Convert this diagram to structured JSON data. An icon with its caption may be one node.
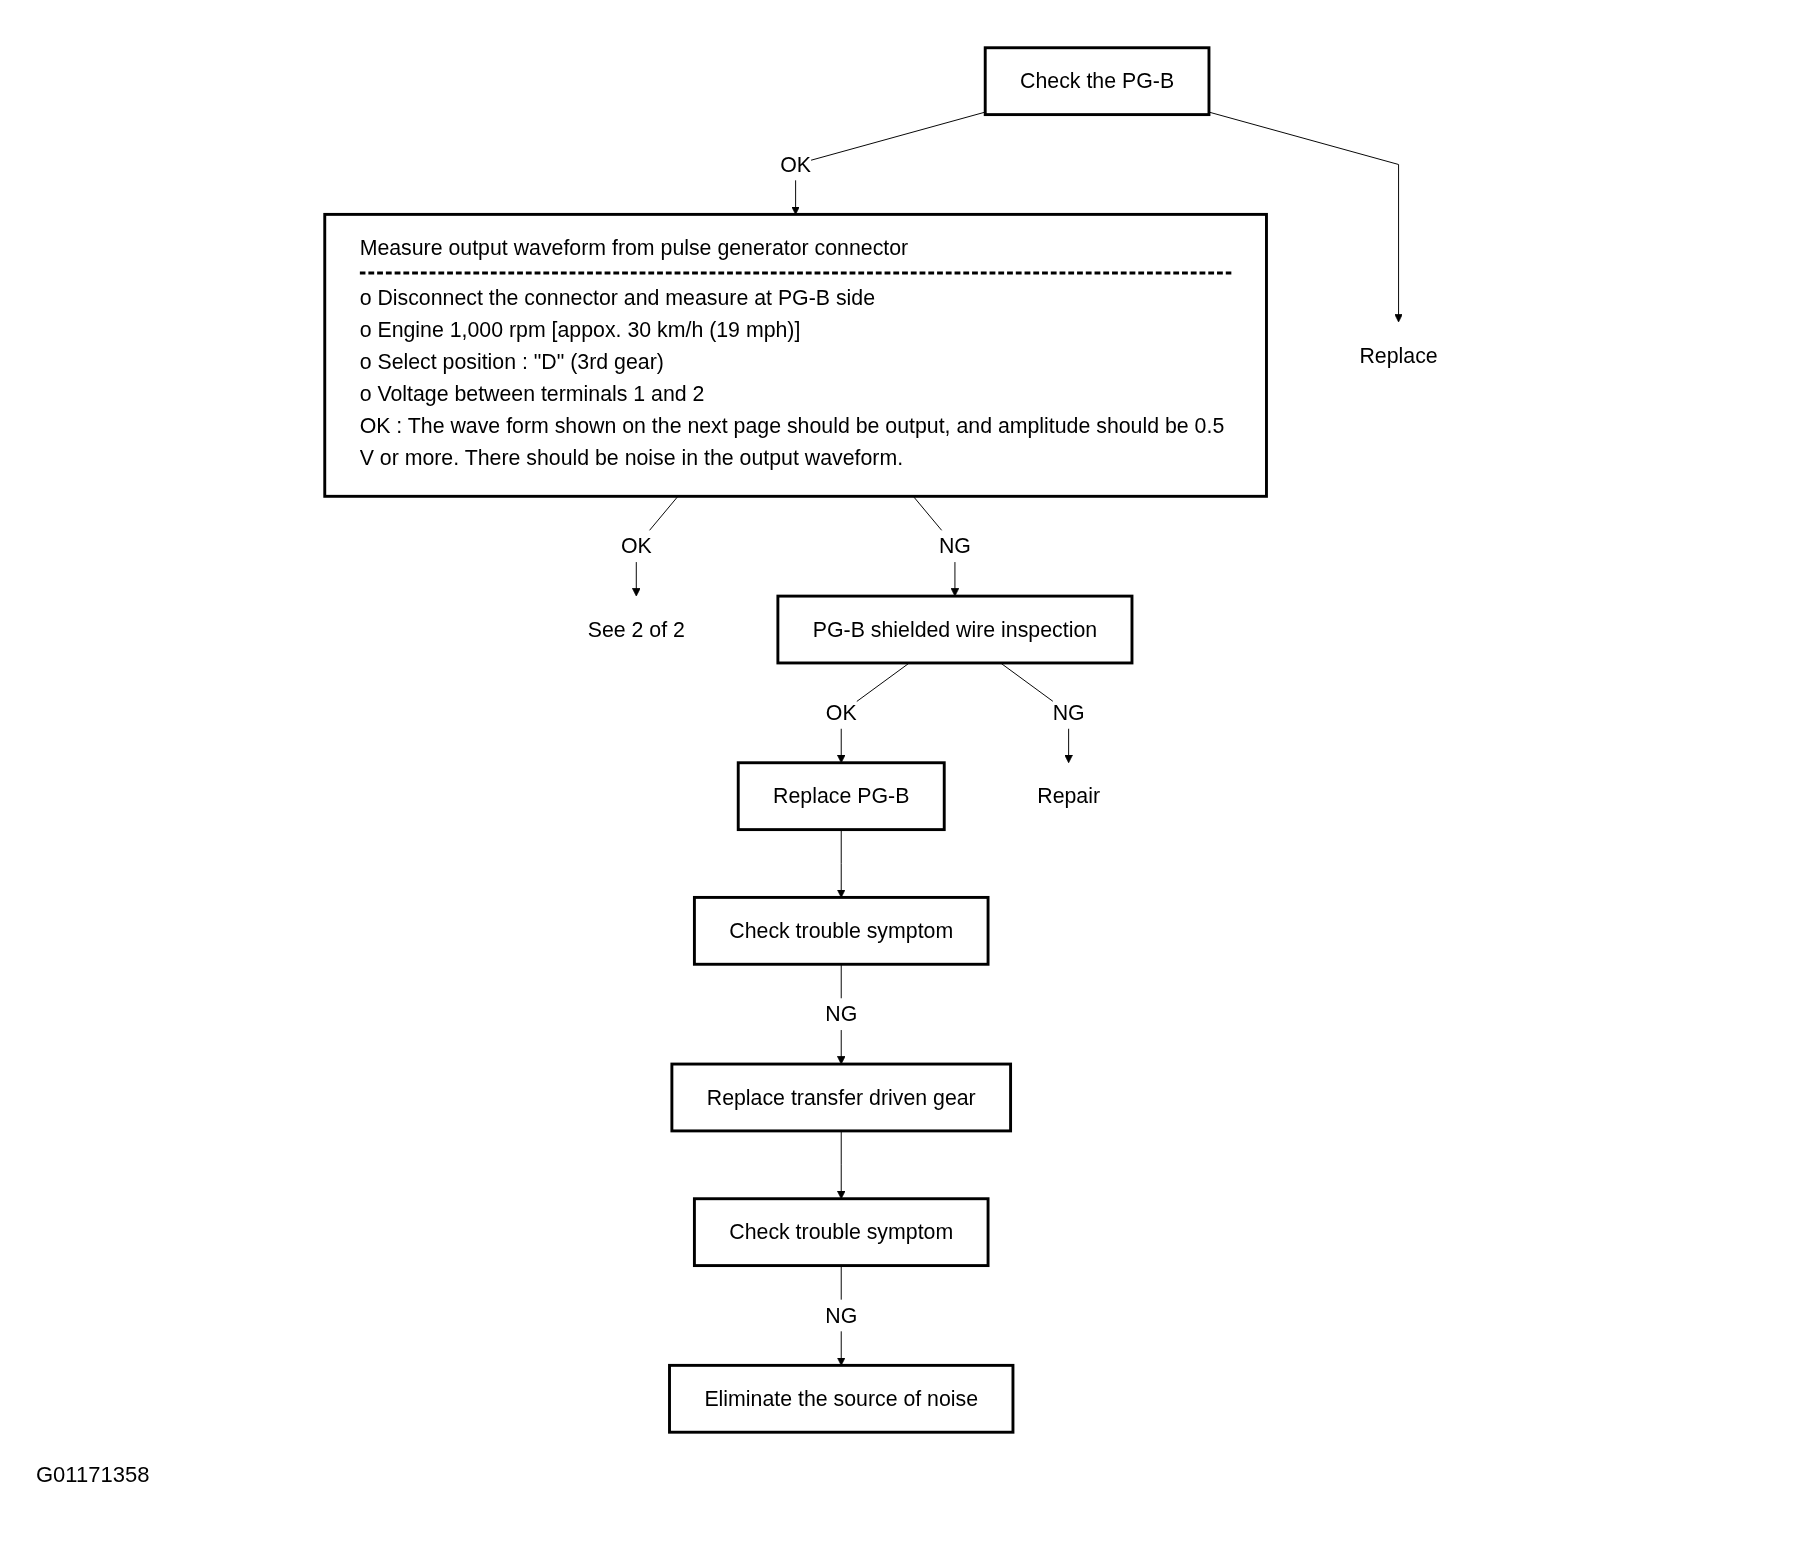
{
  "diagram": {
    "nodes": [
      {
        "text": [
          "Check the PG-B"
        ]
      },
      {
        "text": [
          "Replace"
        ]
      },
      {
        "text": [
          "Measure output waveform from pulse generator connector",
          "o Disconnect the connector and measure at PG-B side",
          "o Engine 1,000 rpm [appox. 30 km/h (19 mph)]",
          "o Select position : \"D\" (3rd gear)",
          "o Voltage between terminals 1 and 2",
          "OK : The wave form shown on the next page should be output, and amplitude should be 0.5 V or more. There should be noise in the output waveform."
        ]
      },
      {
        "text": [
          "PG-B shielded wire inspection"
        ]
      },
      {
        "text": [
          "Repair"
        ]
      },
      {
        "text": [
          "Replace PG-B"
        ]
      },
      {
        "text": [
          "Check trouble symptom"
        ]
      },
      {
        "text": [
          "Replace transfer driven gear"
        ]
      },
      {
        "text": [
          "Check trouble symptom"
        ]
      },
      {
        "text": [
          "Eliminate the source of noise"
        ]
      },
      {
        "text": [
          "See 2 of 2"
        ]
      }
    ],
    "edges": [
      {
        "from": 0,
        "to": 1,
        "arrow": "to"
      },
      {
        "from": 0,
        "to": 2,
        "arrow": "to",
        "label": "OK"
      },
      {
        "from": 2,
        "to": 3,
        "arrow": "to",
        "label": "NG"
      },
      {
        "from": 3,
        "to": 4,
        "arrow": "to",
        "label": "NG"
      },
      {
        "from": 3,
        "to": 5,
        "arrow": "to",
        "label": "OK"
      },
      {
        "from": 5,
        "to": 6,
        "arrow": "to"
      },
      {
        "from": 6,
        "to": 7,
        "arrow": "to",
        "label": "NG"
      },
      {
        "from": 7,
        "to": 8,
        "arrow": "to"
      },
      {
        "from": 8,
        "to": 9,
        "arrow": "to",
        "label": "NG"
      },
      {
        "from": 2,
        "to": 10,
        "arrow": "to",
        "label": "OK"
      }
    ],
    "labels": [
      "G01171358"
    ]
  }
}
